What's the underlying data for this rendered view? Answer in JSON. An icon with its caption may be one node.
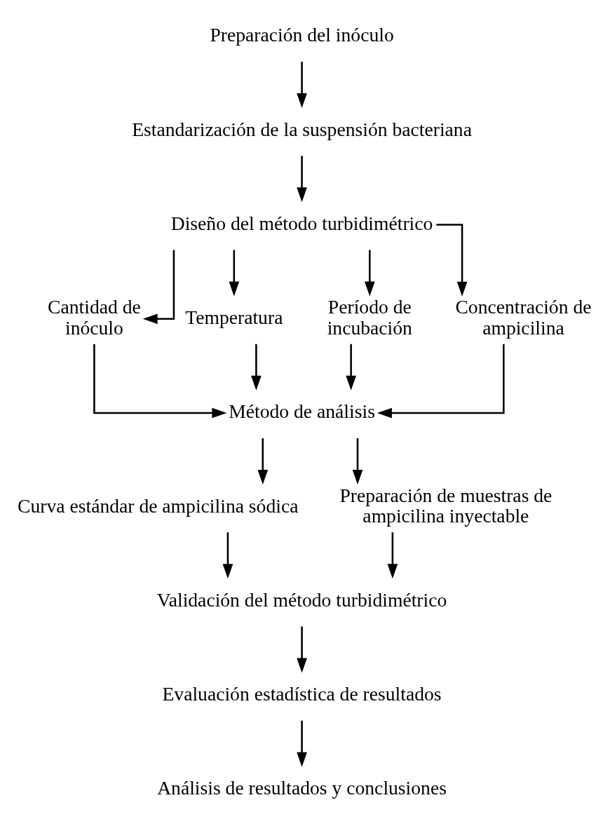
{
  "diagram": {
    "nodes": [
      {
        "text": [
          "Preparación del inóculo"
        ]
      },
      {
        "text": [
          "Estandarización de la suspensión bacteriana"
        ]
      },
      {
        "text": [
          "Diseño del método turbidimétrico"
        ]
      },
      {
        "text": [
          "Cantidad de inóculo"
        ]
      },
      {
        "text": [
          "Temperatura"
        ]
      },
      {
        "text": [
          "Período de incubación"
        ]
      },
      {
        "text": [
          "Concentración de ampicilina"
        ]
      },
      {
        "text": [
          "Método de análisis"
        ]
      },
      {
        "text": [
          "Curva estándar de ampicilina sódica"
        ]
      },
      {
        "text": [
          "Preparación de muestras de ampicilina inyectable"
        ]
      },
      {
        "text": [
          "Validación del método turbidimétrico"
        ]
      },
      {
        "text": [
          "Evaluación estadística de resultados"
        ]
      },
      {
        "text": [
          "Análisis de resultados y conclusiones"
        ]
      }
    ],
    "edges": [
      {
        "from": 0,
        "to": 1,
        "arrow": "to"
      },
      {
        "from": 1,
        "to": 2,
        "arrow": "to"
      },
      {
        "from": 2,
        "to": 3,
        "arrow": "to"
      },
      {
        "from": 2,
        "to": 4,
        "arrow": "to"
      },
      {
        "from": 2,
        "to": 5,
        "arrow": "to"
      },
      {
        "from": 2,
        "to": 6,
        "arrow": "to"
      },
      {
        "from": 3,
        "to": 7,
        "arrow": "to"
      },
      {
        "from": 4,
        "to": 7,
        "arrow": "to"
      },
      {
        "from": 5,
        "to": 7,
        "arrow": "to"
      },
      {
        "from": 6,
        "to": 7,
        "arrow": "to"
      },
      {
        "from": 7,
        "to": 8,
        "arrow": "to"
      },
      {
        "from": 7,
        "to": 9,
        "arrow": "to"
      },
      {
        "from": 8,
        "to": 10,
        "arrow": "to"
      },
      {
        "from": 9,
        "to": 10,
        "arrow": "to"
      },
      {
        "from": 10,
        "to": 11,
        "arrow": "to"
      },
      {
        "from": 11,
        "to": 12,
        "arrow": "to"
      }
    ]
  }
}
